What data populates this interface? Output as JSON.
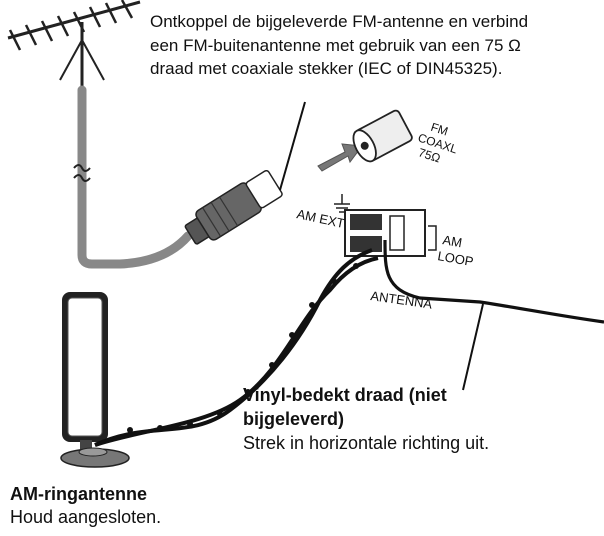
{
  "callout_fm": {
    "line1": "Ontkoppel de bijgeleverde FM-antenne en verbind",
    "line2": "een FM-buitenantenne met gebruik van een 75 Ω",
    "line3": "draad met coaxiale stekker (IEC of DIN45325)."
  },
  "plug_label": {
    "l1": "FM",
    "l2": "COAXL",
    "l3": "75Ω"
  },
  "terminal": {
    "am_ext": "AM EXT",
    "am": "AM",
    "loop": "LOOP"
  },
  "wire_label": "ANTENNA",
  "vinyl_wire": {
    "title_line1": "Vinyl-bedekt draad (niet",
    "title_line2": "bijgeleverd)",
    "note": "Strek in horizontale richting uit."
  },
  "am_loop": {
    "title": "AM-ringantenne",
    "note": "Houd aangesloten."
  }
}
